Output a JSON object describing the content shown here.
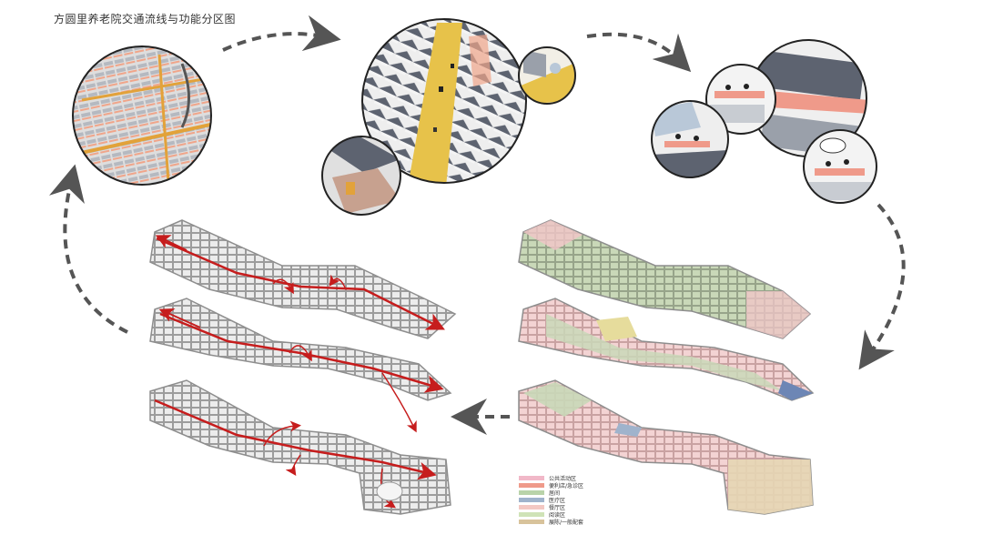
{
  "title": "方圆里养老院交通流线与功能分区图",
  "legend": [
    {
      "label": "公共活动区",
      "color": "#f1b8c8"
    },
    {
      "label": "便利店/急诊区",
      "color": "#ef9a8a"
    },
    {
      "label": "居间",
      "color": "#b9d3a9"
    },
    {
      "label": "医疗区",
      "color": "#9fb3cc"
    },
    {
      "label": "餐厅区",
      "color": "#f3c8c3"
    },
    {
      "label": "阅读区",
      "color": "#cfe3b7"
    },
    {
      "label": "展陈/一般配套",
      "color": "#d8c39b"
    }
  ],
  "colors": {
    "arrow": "#555555",
    "flow": "#c61d1d",
    "building": "#e8e8e8",
    "wall": "#9a9a9a",
    "roof": "#5e6470",
    "road": "#e7c24a",
    "zone_green": "#b9cda6",
    "zone_pink": "#f2c6c8"
  }
}
